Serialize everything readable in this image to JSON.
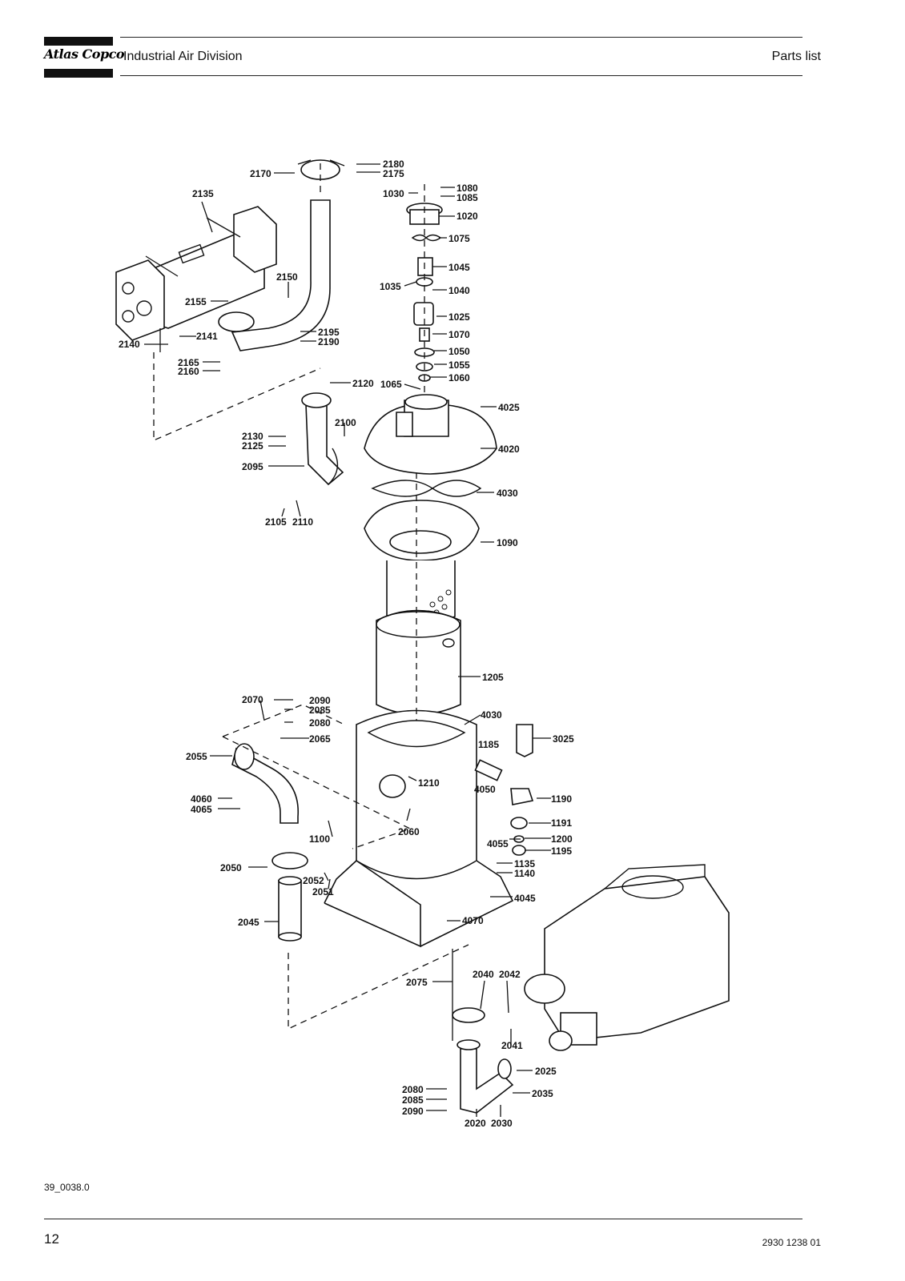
{
  "header": {
    "brand": "Atlas Copco",
    "division": "Industrial Air Division",
    "section": "Parts list"
  },
  "figure": {
    "reference": "39_0038.0",
    "callouts": {
      "c2180": "2180",
      "c2175": "2175",
      "c2170": "2170",
      "c2135": "2135",
      "c1030": "1030",
      "c1080": "1080",
      "c1085": "1085",
      "c1020": "1020",
      "c1075": "1075",
      "c1045": "1045",
      "c1035": "1035",
      "c1040": "1040",
      "c1025": "1025",
      "c1070": "1070",
      "c1050": "1050",
      "c1055": "1055",
      "c1060": "1060",
      "c1065": "1065",
      "c2150": "2150",
      "c2155": "2155",
      "c2141": "2141",
      "c2140": "2140",
      "c2195": "2195",
      "c2190": "2190",
      "c2165": "2165",
      "c2160": "2160",
      "c2120": "2120",
      "c4025": "4025",
      "c2100": "2100",
      "c2130": "2130",
      "c2125": "2125",
      "c4020": "4020",
      "c2095": "2095",
      "c4030a": "4030",
      "c2105": "2105",
      "c2110": "2110",
      "c1090": "1090",
      "c1205": "1205",
      "c2070": "2070",
      "c2090a": "2090",
      "c2085a": "2085",
      "c2080a": "2080",
      "c4030b": "4030",
      "c2065": "2065",
      "c3025": "3025",
      "c1185": "1185",
      "c2055": "2055",
      "c1210": "1210",
      "c4050": "4050",
      "c1190": "1190",
      "c4060": "4060",
      "c4065": "4065",
      "c2060": "2060",
      "c1191": "1191",
      "c1100": "1100",
      "c4055": "4055",
      "c1200": "1200",
      "c1195": "1195",
      "c2050": "2050",
      "c1135": "1135",
      "c1140": "1140",
      "c2052": "2052",
      "c2051": "2051",
      "c4045": "4045",
      "c2045": "2045",
      "c4070": "4070",
      "c2040": "2040",
      "c2042": "2042",
      "c2075": "2075",
      "c2041": "2041",
      "c2025": "2025",
      "c2080b": "2080",
      "c2085b": "2085",
      "c2090b": "2090",
      "c2035": "2035",
      "c2020": "2020",
      "c2030": "2030"
    }
  },
  "footer": {
    "page_number": "12",
    "document_number": "2930 1238 01"
  }
}
